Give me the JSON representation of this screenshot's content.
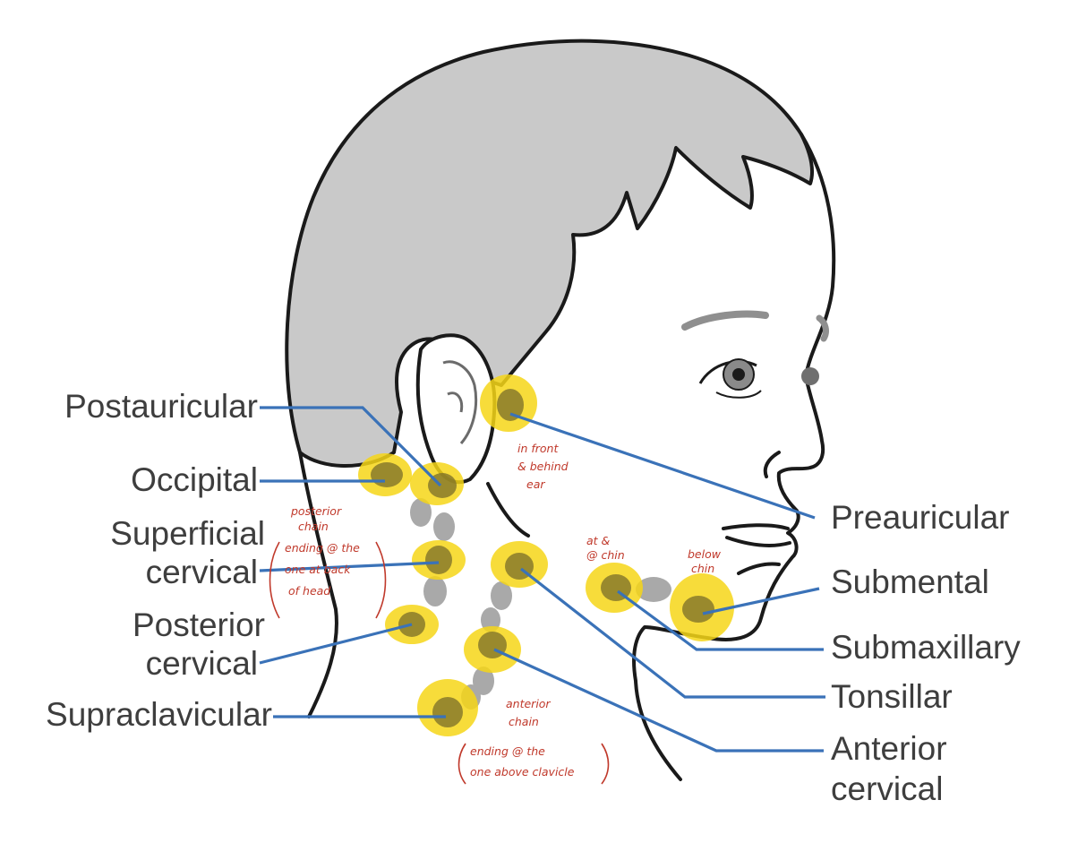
{
  "labels": {
    "postauricular": "Postauricular",
    "occipital": "Occipital",
    "superficial_cervical": [
      "Superficial",
      "cervical"
    ],
    "posterior_cervical": [
      "Posterior",
      "cervical"
    ],
    "supraclavicular": "Supraclavicular",
    "preauricular": "Preauricular",
    "submental": "Submental",
    "submaxillary": "Submaxillary",
    "tonsillar": "Tonsillar",
    "anterior_cervical": [
      "Anterior",
      "cervical"
    ]
  },
  "annotations": {
    "preauricular_note": [
      "in front",
      "& behind",
      "ear"
    ],
    "posterior_chain_note": [
      "posterior",
      "chain",
      "ending @ the",
      "one at back",
      "of head"
    ],
    "chin_note": [
      "at &",
      "@ chin"
    ],
    "below_chin_note": [
      "below",
      "chin"
    ],
    "anterior_chain_note": [
      "anterior",
      "chain",
      "ending @ the",
      "one above clavicle"
    ]
  },
  "colors": {
    "leader": "#3a72b8",
    "highlight": "#f6d617",
    "hair": "#c9c9c9",
    "handwriting": "#c0392b",
    "label_text": "#3e3e3e"
  }
}
